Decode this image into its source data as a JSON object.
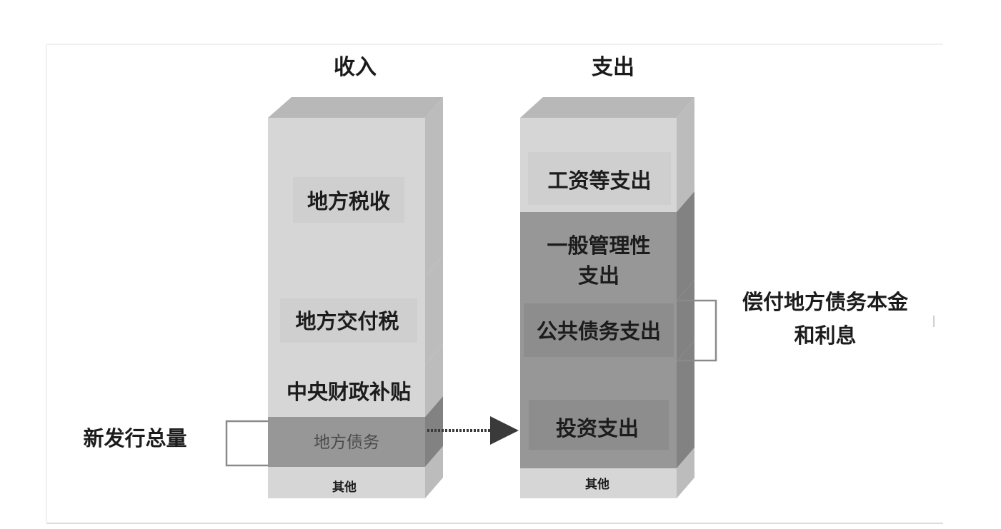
{
  "income": {
    "title": "收入",
    "segments": [
      {
        "label": "地方税收"
      },
      {
        "label": "地方交付税"
      },
      {
        "label": "中央财政补贴"
      },
      {
        "label": "地方债务"
      },
      {
        "label": "其他"
      }
    ]
  },
  "expense": {
    "title": "支出",
    "segments": [
      {
        "label": "工资等支出"
      },
      {
        "label_line1": "一般管理性",
        "label_line2": "支出"
      },
      {
        "label": "公共债务支出"
      },
      {
        "label": "投资支出"
      },
      {
        "label": "其他"
      }
    ]
  },
  "annotations": {
    "new_issuance": "新发行总量",
    "repayment_line1": "偿付地方债务本金",
    "repayment_line2": "和利息"
  },
  "colors": {
    "light_face": "#d6d6d6",
    "dark_face": "#979797",
    "side_light": "#bcbcbc",
    "side_dark": "#828282",
    "top": "#b8b8b8",
    "box_light": "#cfcfcf",
    "box_dark": "#8d8d8d"
  }
}
